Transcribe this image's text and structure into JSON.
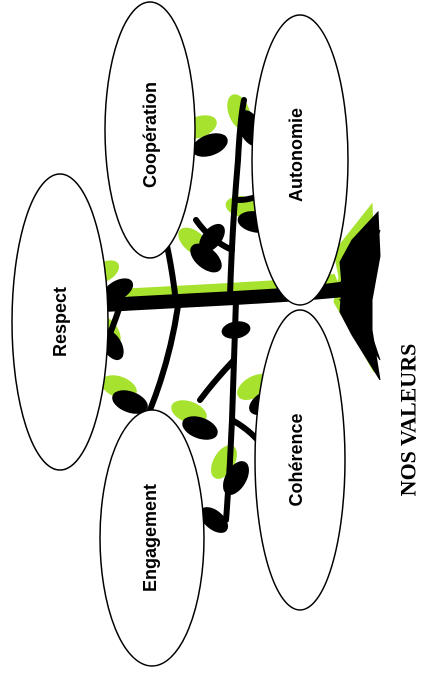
{
  "title": "NOS VALEURS",
  "values": {
    "respect": "Respect",
    "cooperation": "Coopération",
    "autonomie": "Autonomie",
    "engagement": "Engagement",
    "coherence": "Cohérence"
  },
  "colors": {
    "leaf_shadow": "#a6e22e",
    "tree": "#000000",
    "bubble_fill": "#ffffff",
    "bubble_stroke": "#000000"
  }
}
